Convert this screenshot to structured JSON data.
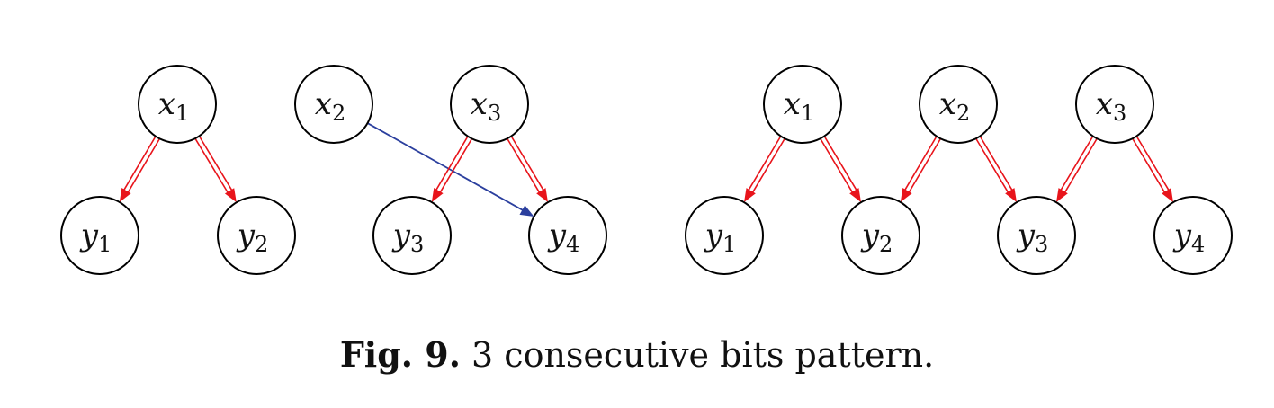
{
  "colors": {
    "double_arrow": "#e8141b",
    "single_arrow": "#2b3f9e",
    "node_stroke": "#000000",
    "text": "#111111"
  },
  "diagrams": [
    {
      "nodes": [
        {
          "id": "L-x1",
          "var": "x",
          "sub": "1"
        },
        {
          "id": "L-x2",
          "var": "x",
          "sub": "2"
        },
        {
          "id": "L-x3",
          "var": "x",
          "sub": "3"
        },
        {
          "id": "L-y1",
          "var": "y",
          "sub": "1"
        },
        {
          "id": "L-y2",
          "var": "y",
          "sub": "2"
        },
        {
          "id": "L-y3",
          "var": "y",
          "sub": "3"
        },
        {
          "id": "L-y4",
          "var": "y",
          "sub": "4"
        }
      ],
      "edges": [
        {
          "from": "L-x1",
          "to": "L-y1",
          "style": "double"
        },
        {
          "from": "L-x1",
          "to": "L-y2",
          "style": "double"
        },
        {
          "from": "L-x2",
          "to": "L-y4",
          "style": "single"
        },
        {
          "from": "L-x3",
          "to": "L-y3",
          "style": "double"
        },
        {
          "from": "L-x3",
          "to": "L-y4",
          "style": "double"
        }
      ]
    },
    {
      "nodes": [
        {
          "id": "R-x1",
          "var": "x",
          "sub": "1"
        },
        {
          "id": "R-x2",
          "var": "x",
          "sub": "2"
        },
        {
          "id": "R-x3",
          "var": "x",
          "sub": "3"
        },
        {
          "id": "R-y1",
          "var": "y",
          "sub": "1"
        },
        {
          "id": "R-y2",
          "var": "y",
          "sub": "2"
        },
        {
          "id": "R-y3",
          "var": "y",
          "sub": "3"
        },
        {
          "id": "R-y4",
          "var": "y",
          "sub": "4"
        }
      ],
      "edges": [
        {
          "from": "R-x1",
          "to": "R-y1",
          "style": "double"
        },
        {
          "from": "R-x1",
          "to": "R-y2",
          "style": "double"
        },
        {
          "from": "R-x2",
          "to": "R-y2",
          "style": "double"
        },
        {
          "from": "R-x2",
          "to": "R-y3",
          "style": "double"
        },
        {
          "from": "R-x3",
          "to": "R-y3",
          "style": "double"
        },
        {
          "from": "R-x3",
          "to": "R-y4",
          "style": "double"
        }
      ]
    }
  ],
  "caption": {
    "label": "Fig. 9.",
    "text": "3 consecutive bits pattern."
  }
}
